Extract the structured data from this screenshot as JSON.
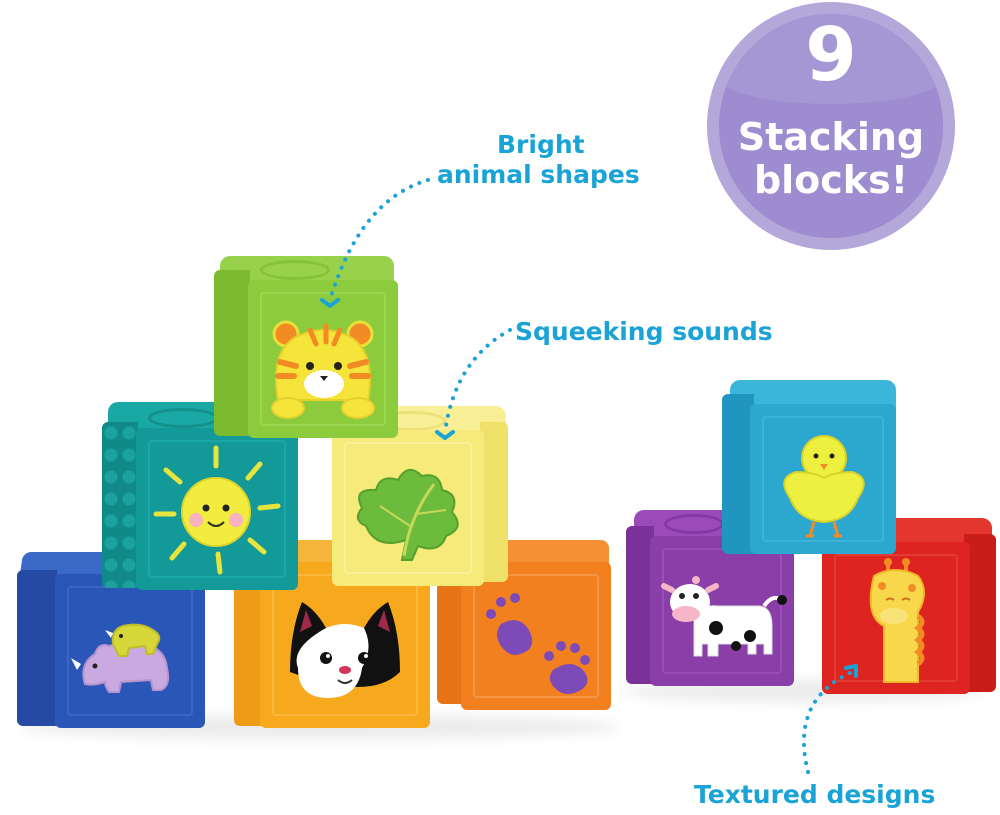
{
  "badge": {
    "number": "9",
    "line1": "Stacking",
    "line2": "blocks!",
    "color_outer": "#b4a7d9",
    "color_inner": "#9d8cd0"
  },
  "callouts": {
    "bright": {
      "line1": "Bright",
      "line2": "animal shapes"
    },
    "squeak": {
      "text": "Squeeking sounds"
    },
    "texture": {
      "text": "Textured designs"
    },
    "color": "#1aa3d6"
  },
  "blocks": [
    {
      "name": "green-tiger-block",
      "color": "#8ccc3c",
      "image": "tiger"
    },
    {
      "name": "teal-sun-block",
      "color": "#139a98",
      "image": "sun"
    },
    {
      "name": "yellow-leaf-block",
      "color": "#f6ea7a",
      "image": "leaf"
    },
    {
      "name": "blue-rhino-block",
      "color": "#2a56b8",
      "image": "rhinos"
    },
    {
      "name": "orange-skunk-block",
      "color": "#f7a91e",
      "image": "skunk"
    },
    {
      "name": "orange-paw-block",
      "color": "#f3801f",
      "image": "paw prints"
    },
    {
      "name": "cyan-chick-block",
      "color": "#2ca7cf",
      "image": "chick"
    },
    {
      "name": "purple-cow-block",
      "color": "#8a3ea8",
      "image": "cow"
    },
    {
      "name": "red-giraffe-block",
      "color": "#dd2420",
      "image": "giraffe"
    }
  ]
}
